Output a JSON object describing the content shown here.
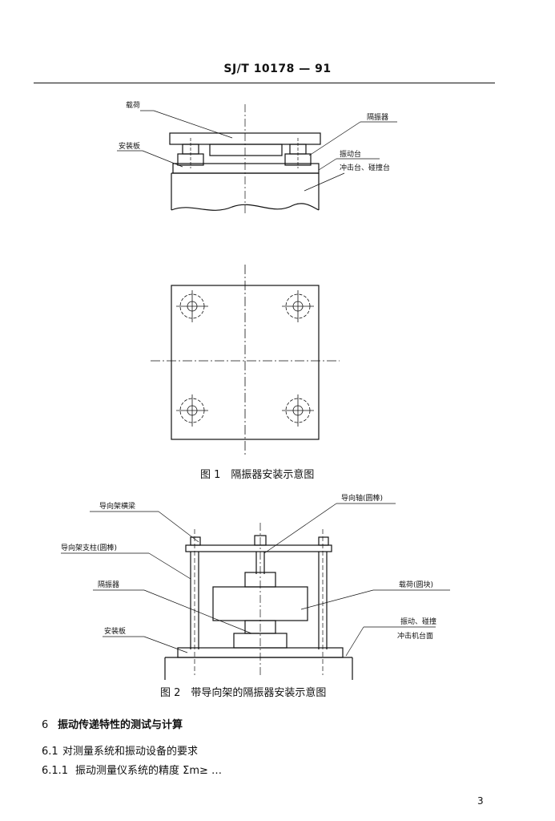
{
  "header": {
    "standard_number": "SJ/T 10178 — 91"
  },
  "figure1": {
    "labels": {
      "load": "载荷",
      "isolator": "隔振器",
      "mounting_plate": "安装板",
      "vibration_table": "振动台",
      "impact_table": "冲击台、碰撞台"
    },
    "caption": "图 1　隔振器安装示意图"
  },
  "figure2": {
    "labels": {
      "guide_beam": "导向架横梁",
      "guide_shaft": "导向轴(圆棒)",
      "guide_column": "导向架支柱(圆棒)",
      "isolator": "隔振器",
      "load": "载荷(圆块)",
      "mounting_plate": "安装板",
      "table_line1": "振动、碰撞",
      "table_line2": "冲击机台面"
    },
    "caption": "图 2　带导向架的隔振器安装示意图"
  },
  "section6": {
    "number": "6",
    "title": "振动传递特性的测试与计算",
    "sub1_number": "6.1",
    "sub1_text": "对测量系统和振动设备的要求",
    "sub11_number": "6.1.1",
    "sub11_text": "振动测量仪系统的精度 Σm≥ …"
  },
  "page_number": "3"
}
